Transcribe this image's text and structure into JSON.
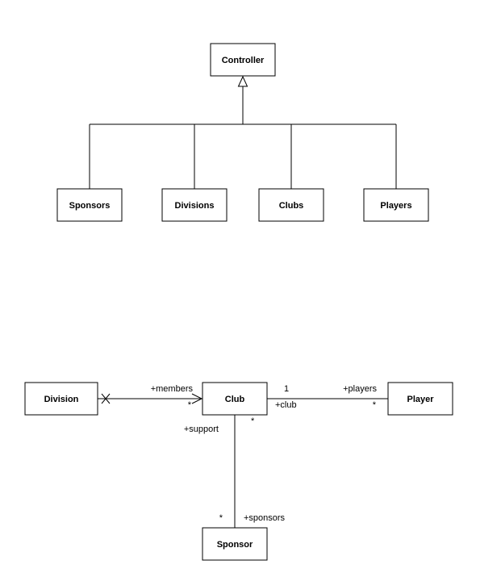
{
  "hierarchy": {
    "parent": "Controller",
    "children": [
      "Sponsors",
      "Divisions",
      "Clubs",
      "Players"
    ]
  },
  "classes": {
    "division": "Division",
    "club": "Club",
    "player": "Player",
    "sponsor": "Sponsor"
  },
  "associations": {
    "division_club": {
      "role": "+members",
      "multiplicity": "*"
    },
    "club_player": {
      "club_multiplicity": "1",
      "club_role": "+club",
      "player_role": "+players",
      "player_multiplicity": "*"
    },
    "club_sponsor": {
      "club_role": "+support",
      "club_multiplicity": "*",
      "sponsor_multiplicity": "*",
      "sponsor_role": "+sponsors"
    }
  }
}
